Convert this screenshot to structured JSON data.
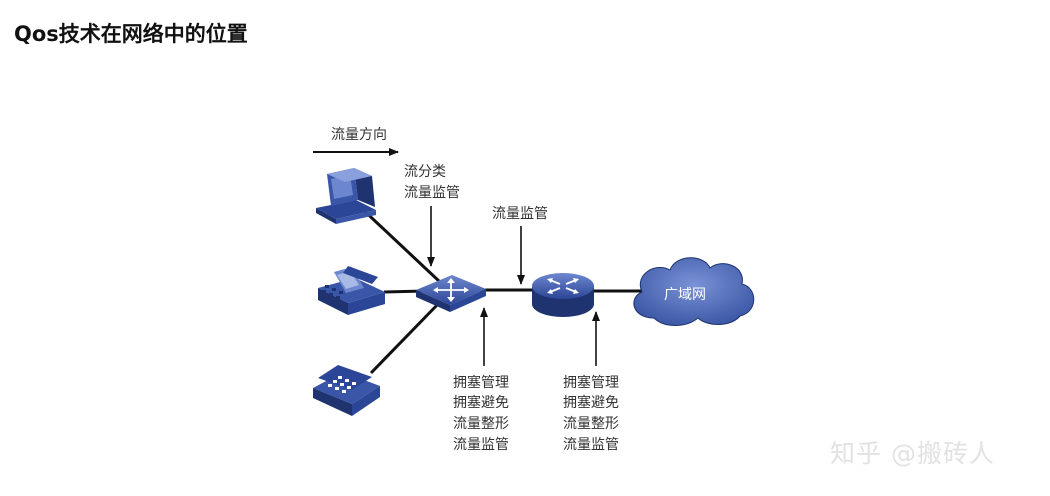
{
  "page": {
    "title": "Qos技术在网络中的位置"
  },
  "diagram": {
    "flow_direction": "流量方向",
    "switch_labels": [
      "流分类",
      "流量监管"
    ],
    "router_label": "流量监管",
    "switch_bottom_labels": [
      "拥塞管理",
      "拥塞避免",
      "流量整形",
      "流量监管"
    ],
    "router_bottom_labels": [
      "拥塞管理",
      "拥塞避免",
      "流量整形",
      "流量监管"
    ],
    "cloud_label": "广域网",
    "device_names": [
      "computer",
      "ip-phone",
      "telephone",
      "switch",
      "router",
      "wan-cloud"
    ],
    "colors": {
      "device": "#3a56a8",
      "device_dark": "#1e3370",
      "device_light": "#6d87cf",
      "line": "#111111"
    }
  },
  "watermark": "知乎 @搬砖人"
}
